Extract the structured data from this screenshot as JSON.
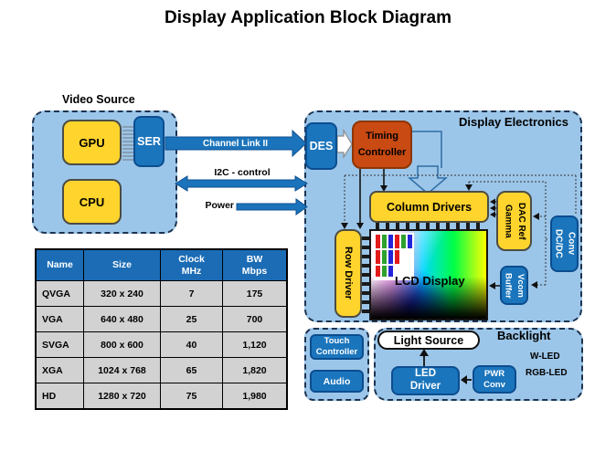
{
  "title": "Display Application Block Diagram",
  "video_source": {
    "label": "Video Source",
    "gpu": "GPU",
    "cpu": "CPU",
    "ser": "SER"
  },
  "links": {
    "channel_link": "Channel Link II",
    "i2c": "I2C - control",
    "power": "Power"
  },
  "display_electronics": {
    "label": "Display Electronics",
    "des": "DES",
    "timing_controller": "Timing\nController",
    "column_drivers": "Column Drivers",
    "gamma_dac_ref": "Gamma\nDAC Ref",
    "row_driver": "Row Driver",
    "lcd_display": "LCD Display",
    "vcom_buffer": "Vcom\nBuffer",
    "dcdc_conv": "DC/DC\nConv"
  },
  "peripherals": {
    "touch_controller": "Touch\nController",
    "audio": "Audio"
  },
  "backlight": {
    "label": "Backlight",
    "light_source": "Light Source",
    "led_driver": "LED\nDriver",
    "pwr_conv": "PWR\nConv",
    "w_led": "W-LED",
    "rgb_led": "RGB-LED"
  },
  "table": {
    "headers": [
      "Name",
      "Size",
      "Clock\nMHz",
      "BW\nMbps"
    ],
    "rows": [
      [
        "QVGA",
        "320 x 240",
        "7",
        "175"
      ],
      [
        "VGA",
        "640 x 480",
        "25",
        "700"
      ],
      [
        "SVGA",
        "800 x 600",
        "40",
        "1,120"
      ],
      [
        "XGA",
        "1024 x 768",
        "65",
        "1,820"
      ],
      [
        "HD",
        "1280 x 720",
        "75",
        "1,980"
      ]
    ]
  },
  "colors": {
    "panel_blue": "#9CC6E9",
    "box_blue": "#1B75BC",
    "box_yellow": "#FFD42D",
    "box_orange": "#C94A12",
    "arrow_blue": "#1B74BB",
    "table_header_blue": "#1B6CB5",
    "table_row_gray": "#D2D2D2"
  }
}
